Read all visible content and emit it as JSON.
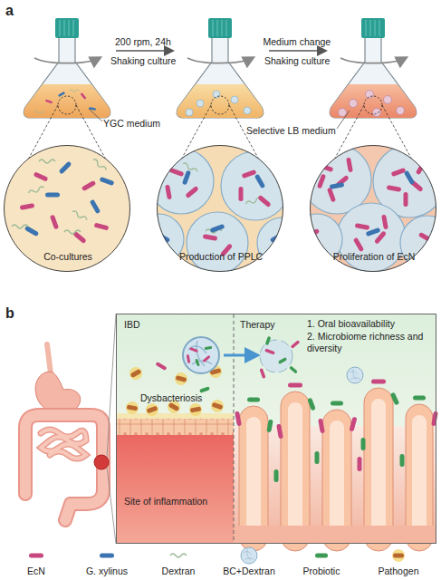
{
  "diagram": {
    "nodes": [
      {
        "text": [
          "Co-cultures"
        ]
      },
      {
        "text": [
          "Production of PPLC"
        ]
      },
      {
        "text": [
          "Proliferation of EcN"
        ]
      },
      {
        "text": [
          "IBD",
          "Therapy",
          "1. Oral bioavailability",
          "2. Microbiome richness and diversity",
          "Dysbacteriosis",
          "Site of inflammation"
        ]
      }
    ],
    "labels": [
      "a",
      "200 rpm, 24h",
      "Shaking culture",
      "Medium change",
      "Shaking culture",
      "YGC medium",
      "Selective LB medium",
      "b"
    ],
    "legend": [
      {
        "text": "EcN"
      },
      {
        "text": "G. xylinus"
      },
      {
        "text": "Dextran"
      },
      {
        "text": "BC+Dextran"
      },
      {
        "text": "Probiotic"
      },
      {
        "text": "Pathogen"
      }
    ]
  }
}
